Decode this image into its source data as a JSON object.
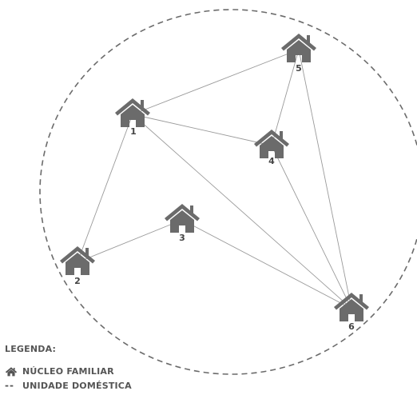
{
  "diagram": {
    "nodes": [
      {
        "id": "1",
        "label": "1"
      },
      {
        "id": "2",
        "label": "2"
      },
      {
        "id": "3",
        "label": "3"
      },
      {
        "id": "4",
        "label": "4"
      },
      {
        "id": "5",
        "label": "5"
      },
      {
        "id": "6",
        "label": "6"
      }
    ],
    "edges": [
      [
        "1",
        "5"
      ],
      [
        "1",
        "4"
      ],
      [
        "1",
        "2"
      ],
      [
        "1",
        "6"
      ],
      [
        "5",
        "4"
      ],
      [
        "5",
        "6"
      ],
      [
        "4",
        "6"
      ],
      [
        "2",
        "3"
      ],
      [
        "3",
        "6"
      ]
    ]
  },
  "legend": {
    "title": "LEGENDA:",
    "items": [
      {
        "icon": "house-icon",
        "label": "NÚCLEO FAMILIAR"
      },
      {
        "icon": "dashed-line",
        "label": "UNIDADE DOMÉSTICA"
      }
    ]
  },
  "colors": {
    "house": "#6b6b6b",
    "edge": "#9a9a9a",
    "boundary": "#6b6b6b",
    "label": "#444444"
  }
}
